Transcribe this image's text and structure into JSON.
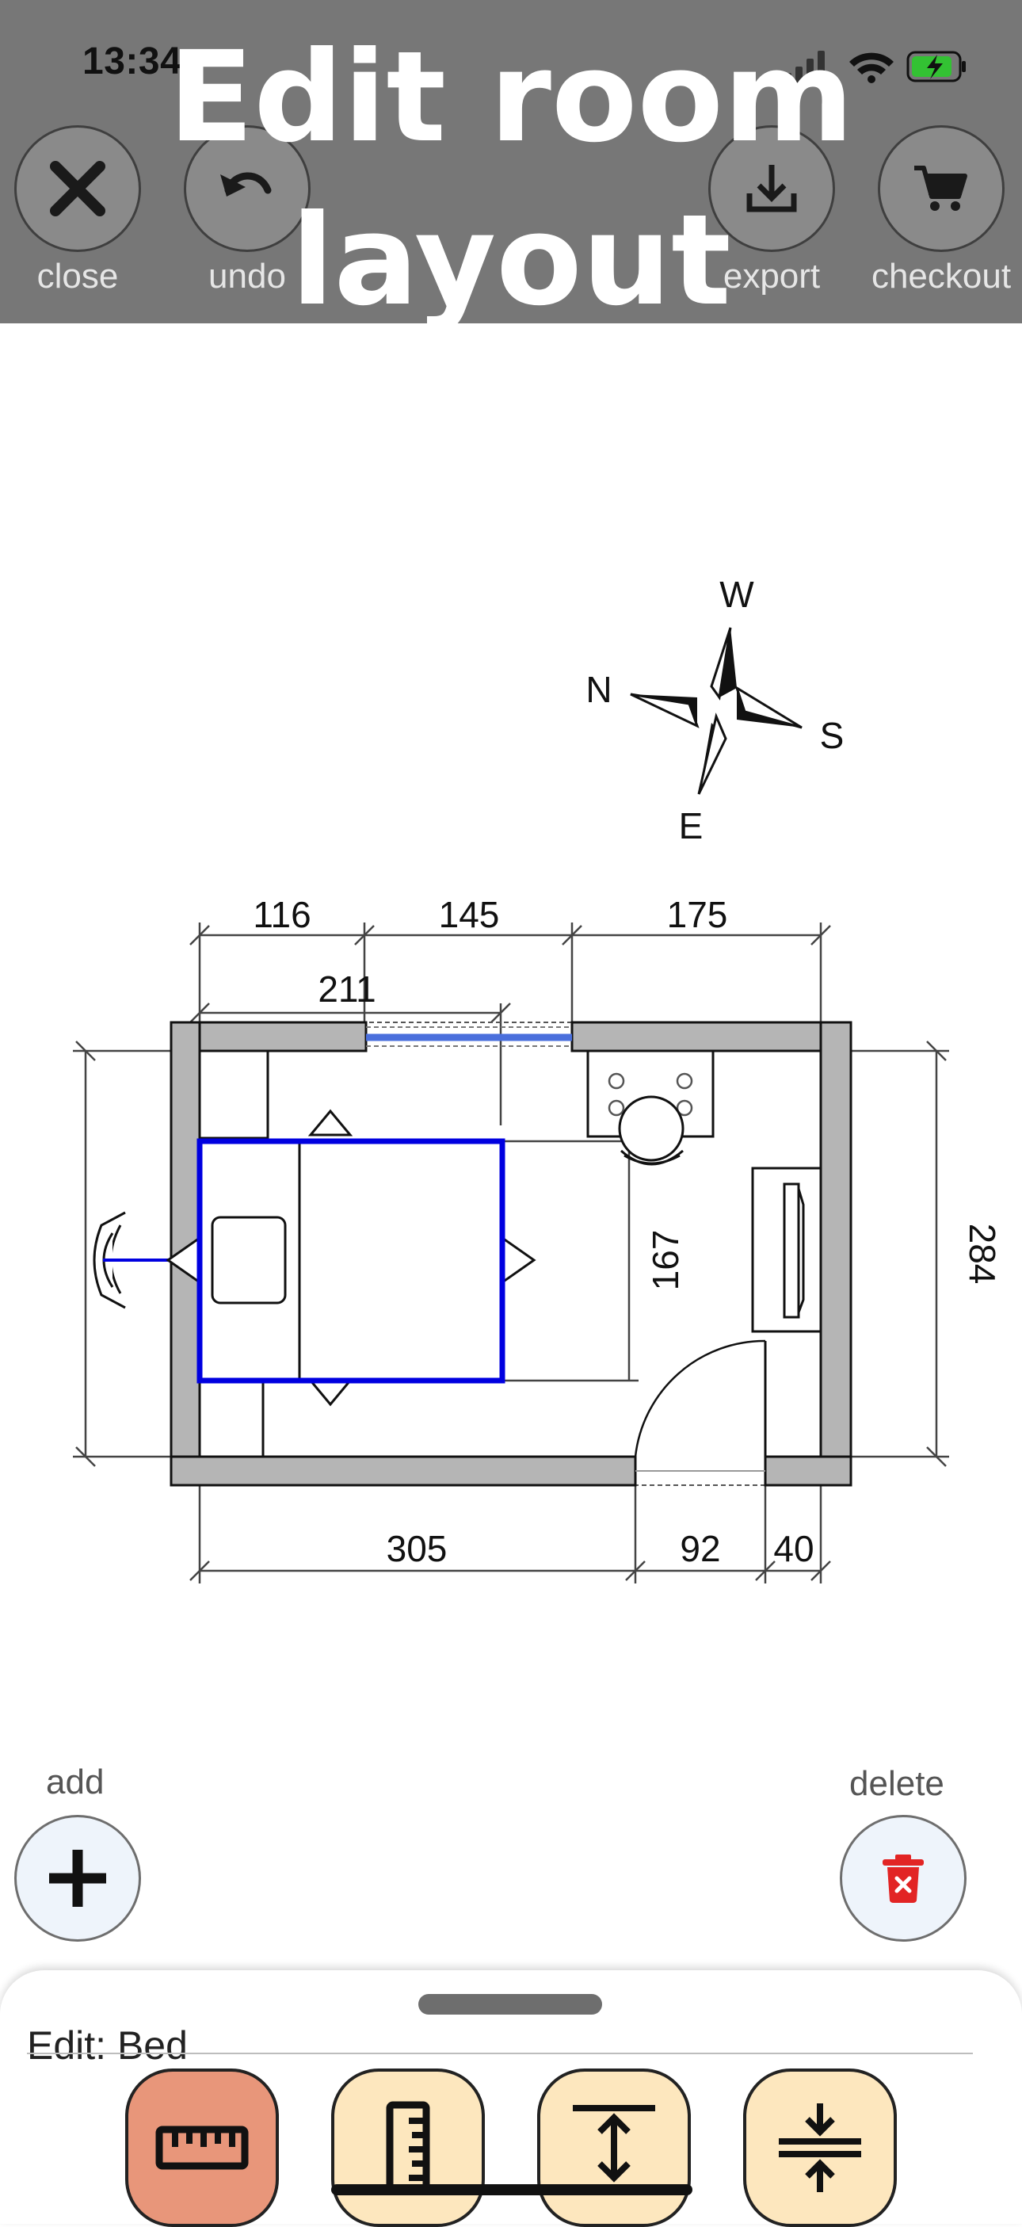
{
  "status": {
    "time": "13:34"
  },
  "header": {
    "title_line1": "Edit room",
    "title_line2": "layout",
    "buttons": {
      "close": "close",
      "undo": "undo",
      "export": "export",
      "checkout": "checkout"
    }
  },
  "compass": {
    "north": "N",
    "south": "S",
    "east": "E",
    "west": "W"
  },
  "dimensions": {
    "top": [
      "116",
      "145",
      "175"
    ],
    "window": "211",
    "bottom": [
      "305",
      "92",
      "40"
    ],
    "right": "284",
    "bed": "167"
  },
  "actions": {
    "add": "add",
    "delete": "delete"
  },
  "editor": {
    "label": "Edit: Bed"
  },
  "colors": {
    "header": "#777777",
    "selection": "#0000e0",
    "window": "#4a6fdc",
    "tool_active": "#e8967a",
    "tool_inactive": "#fde7be",
    "delete": "#e22424"
  },
  "tools": [
    {
      "icon": "ruler-horizontal-icon",
      "active": true
    },
    {
      "icon": "ruler-vertical-icon",
      "active": false
    },
    {
      "icon": "expand-vertical-icon",
      "active": false
    },
    {
      "icon": "compress-vertical-icon",
      "active": false
    }
  ]
}
